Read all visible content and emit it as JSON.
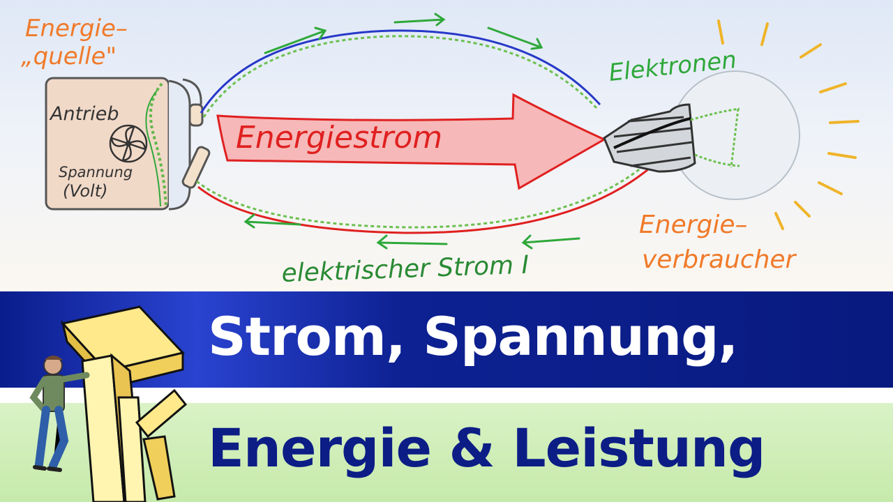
{
  "sketch": {
    "source_label_line1": "Energie–",
    "source_label_line2": "„quelle\"",
    "drive_label": "Antrieb",
    "voltage_label_line1": "Spannung",
    "voltage_label_line2": "(Volt)",
    "electrons_label": "Elektronen",
    "energy_flow_label": "Energiestrom",
    "consumer_label_line1": "Energie–",
    "consumer_label_line2": "verbraucher",
    "current_label": "elektrischer Strom I",
    "colors": {
      "orange": "#f07a2a",
      "green": "#2fa83a",
      "red": "#e02020",
      "blue": "#2638c8",
      "arrow_fill": "#f6b8b8"
    }
  },
  "title": {
    "line1": "Strom, Spannung,",
    "line2": "Energie & Leistung",
    "bar_blue": "#0a1d8c",
    "bar_green": "#c6eaab"
  },
  "logo": {
    "icon": "tk-logo-with-person-icon"
  }
}
